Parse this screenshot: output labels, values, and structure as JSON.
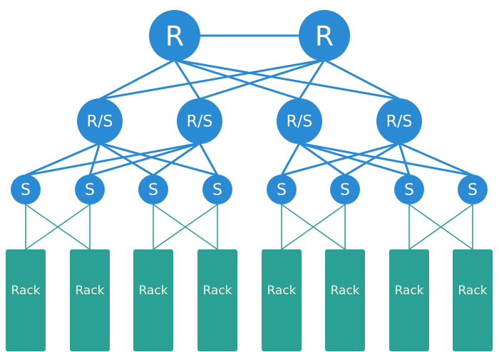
{
  "diagram": {
    "title": "",
    "colors": {
      "node": "#2A8AD4",
      "node_link": "#2A8AD4",
      "rack": "#2BA196",
      "rack_link": "#2BA196",
      "rack_text": "#F3F1DC"
    },
    "layers": {
      "routers": [
        {
          "id": "r1",
          "label": "R"
        },
        {
          "id": "r2",
          "label": "R"
        }
      ],
      "router_switches": [
        {
          "id": "rs1",
          "label": "R/S"
        },
        {
          "id": "rs2",
          "label": "R/S"
        },
        {
          "id": "rs3",
          "label": "R/S"
        },
        {
          "id": "rs4",
          "label": "R/S"
        }
      ],
      "switches": [
        {
          "id": "s1",
          "label": "S"
        },
        {
          "id": "s2",
          "label": "S"
        },
        {
          "id": "s3",
          "label": "S"
        },
        {
          "id": "s4",
          "label": "S"
        },
        {
          "id": "s5",
          "label": "S"
        },
        {
          "id": "s6",
          "label": "S"
        },
        {
          "id": "s7",
          "label": "S"
        },
        {
          "id": "s8",
          "label": "S"
        }
      ],
      "racks": [
        {
          "id": "k1",
          "label": "Rack"
        },
        {
          "id": "k2",
          "label": "Rack"
        },
        {
          "id": "k3",
          "label": "Rack"
        },
        {
          "id": "k4",
          "label": "Rack"
        },
        {
          "id": "k5",
          "label": "Rack"
        },
        {
          "id": "k6",
          "label": "Rack"
        },
        {
          "id": "k7",
          "label": "Rack"
        },
        {
          "id": "k8",
          "label": "Rack"
        }
      ]
    },
    "links": {
      "router_peer": [
        [
          "r1",
          "r2"
        ]
      ],
      "router_to_rs": [
        [
          "r1",
          "rs1"
        ],
        [
          "r1",
          "rs2"
        ],
        [
          "r1",
          "rs3"
        ],
        [
          "r1",
          "rs4"
        ],
        [
          "r2",
          "rs1"
        ],
        [
          "r2",
          "rs2"
        ],
        [
          "r2",
          "rs3"
        ],
        [
          "r2",
          "rs4"
        ]
      ],
      "rs_to_switch": [
        [
          "rs1",
          "s1"
        ],
        [
          "rs1",
          "s2"
        ],
        [
          "rs1",
          "s3"
        ],
        [
          "rs1",
          "s4"
        ],
        [
          "rs2",
          "s1"
        ],
        [
          "rs2",
          "s2"
        ],
        [
          "rs2",
          "s3"
        ],
        [
          "rs2",
          "s4"
        ],
        [
          "rs3",
          "s5"
        ],
        [
          "rs3",
          "s6"
        ],
        [
          "rs3",
          "s7"
        ],
        [
          "rs3",
          "s8"
        ],
        [
          "rs4",
          "s5"
        ],
        [
          "rs4",
          "s6"
        ],
        [
          "rs4",
          "s7"
        ],
        [
          "rs4",
          "s8"
        ]
      ],
      "switch_to_rack": [
        [
          "s1",
          "k1"
        ],
        [
          "s1",
          "k2"
        ],
        [
          "s2",
          "k1"
        ],
        [
          "s2",
          "k2"
        ],
        [
          "s3",
          "k3"
        ],
        [
          "s3",
          "k4"
        ],
        [
          "s4",
          "k3"
        ],
        [
          "s4",
          "k4"
        ],
        [
          "s5",
          "k5"
        ],
        [
          "s5",
          "k6"
        ],
        [
          "s6",
          "k5"
        ],
        [
          "s6",
          "k6"
        ],
        [
          "s7",
          "k7"
        ],
        [
          "s7",
          "k8"
        ],
        [
          "s8",
          "k7"
        ],
        [
          "s8",
          "k8"
        ]
      ]
    }
  }
}
